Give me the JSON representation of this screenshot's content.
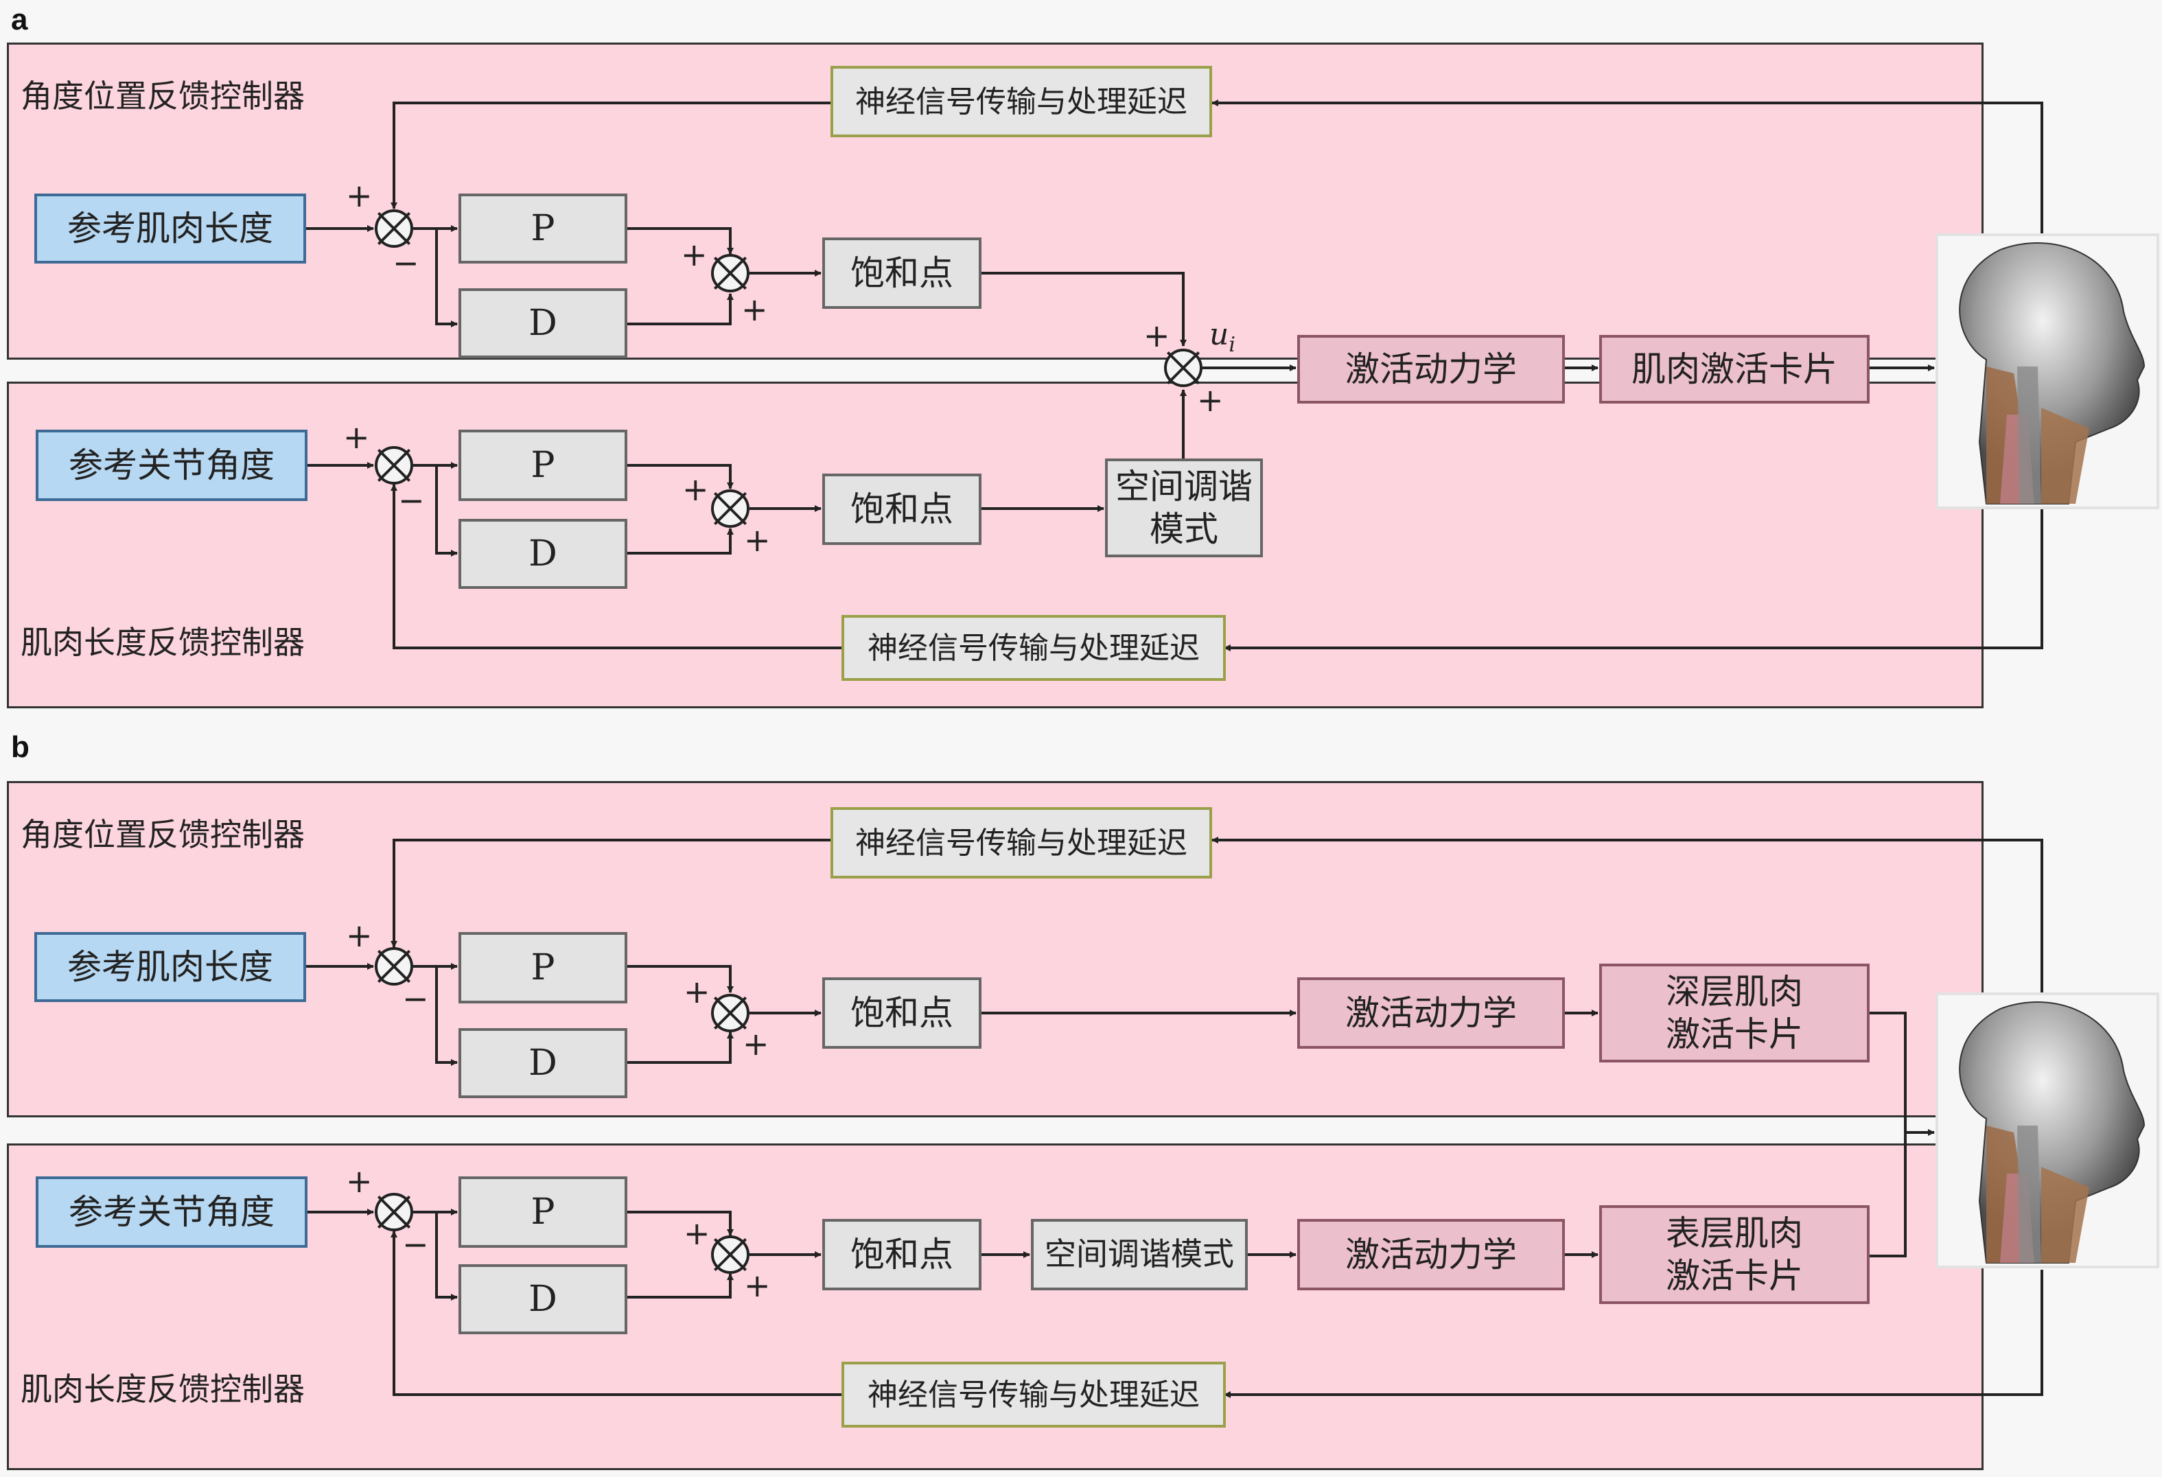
{
  "panels": [
    {
      "label": "a",
      "top_controller_title": "角度位置反馈控制器",
      "bottom_controller_title": "肌肉长度反馈控制器",
      "top": {
        "reference": "参考肌肉长度",
        "p": "P",
        "d": "D",
        "saturation": "饱和点",
        "delay": "神经信号传输与处理延迟",
        "sum1_signs": [
          "+",
          "−"
        ],
        "sum2_signs": [
          "+",
          "+"
        ]
      },
      "bottom": {
        "reference": "参考关节角度",
        "p": "P",
        "d": "D",
        "saturation": "饱和点",
        "spatial_tuning": "空间调谐\n模式",
        "delay": "神经信号传输与处理延迟",
        "sum1_signs": [
          "+",
          "−"
        ],
        "sum2_signs": [
          "+",
          "+"
        ]
      },
      "merge_sum_signs": [
        "+",
        "+"
      ],
      "merge_output_label": "u",
      "merge_output_subscript": "i",
      "activation_dynamics": "激活动力学",
      "activation_card": "肌肉激活卡片",
      "model": "head-neck-musculoskeletal-model"
    },
    {
      "label": "b",
      "top_controller_title": "角度位置反馈控制器",
      "bottom_controller_title": "肌肉长度反馈控制器",
      "top": {
        "reference": "参考肌肉长度",
        "p": "P",
        "d": "D",
        "saturation": "饱和点",
        "activation_dynamics": "激活动力学",
        "activation_card": "深层肌肉\n激活卡片",
        "delay": "神经信号传输与处理延迟",
        "sum1_signs": [
          "+",
          "−"
        ],
        "sum2_signs": [
          "+",
          "+"
        ]
      },
      "bottom": {
        "reference": "参考关节角度",
        "p": "P",
        "d": "D",
        "saturation": "饱和点",
        "spatial_tuning": "空间调谐模式",
        "activation_dynamics": "激活动力学",
        "activation_card": "表层肌肉\n激活卡片",
        "delay": "神经信号传输与处理延迟",
        "sum1_signs": [
          "+",
          "−"
        ],
        "sum2_signs": [
          "+",
          "+"
        ]
      },
      "model": "head-neck-musculoskeletal-model"
    }
  ],
  "colors": {
    "controller_bg": "#fdd5df",
    "reference_block": "#b7d8f2",
    "gray_block": "#e3e3e3",
    "activation_block": "#ecbfcc",
    "delay_border": "#9aa04a"
  }
}
